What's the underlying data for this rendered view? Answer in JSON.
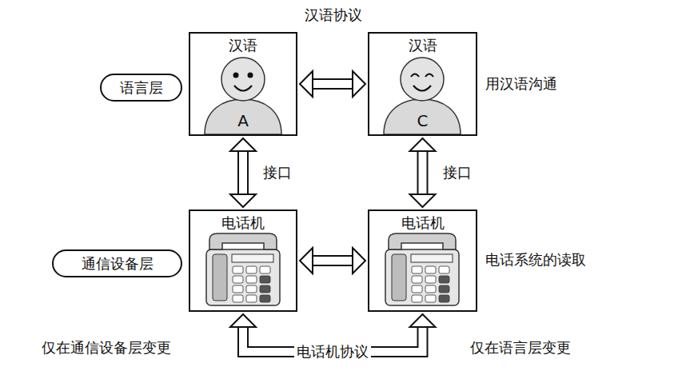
{
  "diagram": {
    "nodes": [
      {
        "text": [
          "语言层"
        ]
      },
      {
        "text": [
          "汉语",
          "A"
        ]
      },
      {
        "text": [
          "汉语",
          "C"
        ]
      },
      {
        "text": [
          "通信设备层"
        ]
      },
      {
        "text": [
          "电话机"
        ]
      },
      {
        "text": [
          "电话机"
        ]
      }
    ],
    "edges": [
      {
        "from": 1,
        "to": 2,
        "arrow": "both"
      },
      {
        "from": 1,
        "to": 4,
        "label": "接口",
        "arrow": "both"
      },
      {
        "from": 2,
        "to": 5,
        "label": "接口",
        "arrow": "both"
      },
      {
        "from": 4,
        "to": 5,
        "arrow": "both"
      },
      {
        "from": 4,
        "to": 5,
        "label": "电话机协议",
        "arrow": "both"
      }
    ],
    "labels": [
      "汉语协议",
      "用汉语沟通",
      "电话系统的读取",
      "仅在通信设备层变更",
      "仅在语言层变更"
    ]
  }
}
